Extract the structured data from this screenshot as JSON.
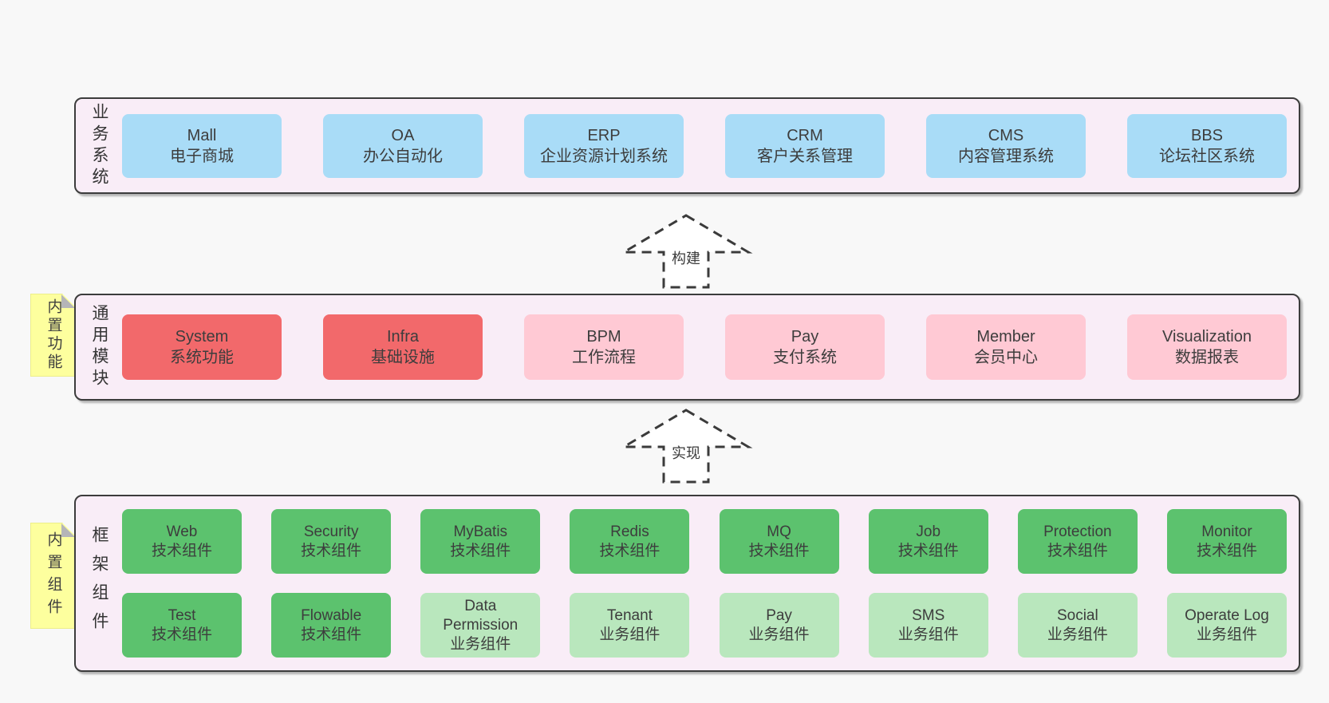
{
  "colors": {
    "blue": "#a9dcf7",
    "red": "#f2696b",
    "pink": "#ffc9d4",
    "green": "#5cc26e",
    "lightgreen": "#b9e7bd",
    "band_bg": "#f9edf7",
    "sticky_yellow": "#fdff9e",
    "fold_gray": "#b5b5b8",
    "outline": "#3b3b3b"
  },
  "arrows": [
    {
      "label": "构建"
    },
    {
      "label": "实现"
    }
  ],
  "bands": [
    {
      "label": "业务系统",
      "boxes": [
        {
          "title": "Mall",
          "subtitle": "电子商城",
          "variant": "blue"
        },
        {
          "title": "OA",
          "subtitle": "办公自动化",
          "variant": "blue"
        },
        {
          "title": "ERP",
          "subtitle": "企业资源计划系统",
          "variant": "blue"
        },
        {
          "title": "CRM",
          "subtitle": "客户关系管理",
          "variant": "blue"
        },
        {
          "title": "CMS",
          "subtitle": "内容管理系统",
          "variant": "blue"
        },
        {
          "title": "BBS",
          "subtitle": "论坛社区系统",
          "variant": "blue"
        }
      ]
    },
    {
      "label": "通用模块",
      "sticky": "内置功能",
      "boxes": [
        {
          "title": "System",
          "subtitle": "系统功能",
          "variant": "red"
        },
        {
          "title": "Infra",
          "subtitle": "基础设施",
          "variant": "red"
        },
        {
          "title": "BPM",
          "subtitle": "工作流程",
          "variant": "pink"
        },
        {
          "title": "Pay",
          "subtitle": "支付系统",
          "variant": "pink"
        },
        {
          "title": "Member",
          "subtitle": "会员中心",
          "variant": "pink"
        },
        {
          "title": "Visualization",
          "subtitle": "数据报表",
          "variant": "pink"
        }
      ]
    },
    {
      "label": "框架组件",
      "sticky": "内置组件",
      "rows": [
        [
          {
            "title": "Web",
            "subtitle": "技术组件",
            "variant": "green"
          },
          {
            "title": "Security",
            "subtitle": "技术组件",
            "variant": "green"
          },
          {
            "title": "MyBatis",
            "subtitle": "技术组件",
            "variant": "green"
          },
          {
            "title": "Redis",
            "subtitle": "技术组件",
            "variant": "green"
          },
          {
            "title": "MQ",
            "subtitle": "技术组件",
            "variant": "green"
          },
          {
            "title": "Job",
            "subtitle": "技术组件",
            "variant": "green"
          },
          {
            "title": "Protection",
            "subtitle": "技术组件",
            "variant": "green"
          },
          {
            "title": "Monitor",
            "subtitle": "技术组件",
            "variant": "green"
          }
        ],
        [
          {
            "title": "Test",
            "subtitle": "技术组件",
            "variant": "green"
          },
          {
            "title": "Flowable",
            "subtitle": "技术组件",
            "variant": "green"
          },
          {
            "title": "Data Permission",
            "subtitle": "业务组件",
            "variant": "lightgreen"
          },
          {
            "title": "Tenant",
            "subtitle": "业务组件",
            "variant": "lightgreen"
          },
          {
            "title": "Pay",
            "subtitle": "业务组件",
            "variant": "lightgreen"
          },
          {
            "title": "SMS",
            "subtitle": "业务组件",
            "variant": "lightgreen"
          },
          {
            "title": "Social",
            "subtitle": "业务组件",
            "variant": "lightgreen"
          },
          {
            "title": "Operate Log",
            "subtitle": "业务组件",
            "variant": "lightgreen"
          }
        ]
      ]
    }
  ]
}
